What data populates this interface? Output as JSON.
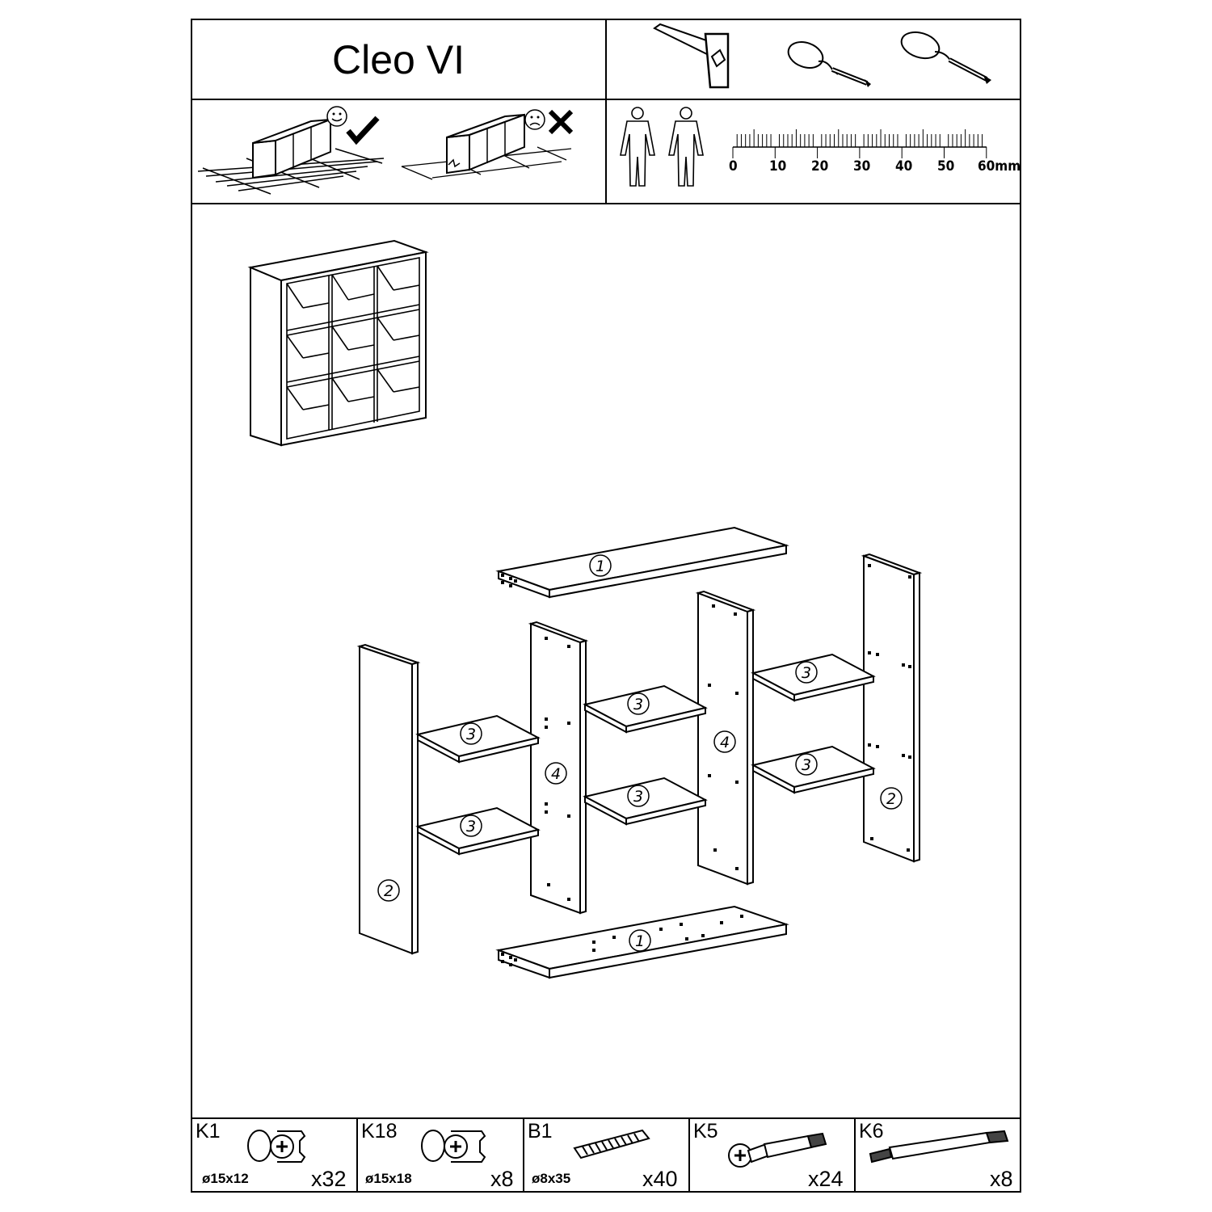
{
  "product": {
    "title": "Cleo VI"
  },
  "ruler": {
    "labels": [
      "0",
      "10",
      "20",
      "30",
      "40",
      "50",
      "60mm"
    ]
  },
  "panels": [
    {
      "id": "top-board",
      "number": "1"
    },
    {
      "id": "bottom-board",
      "number": "1"
    },
    {
      "id": "left-side",
      "number": "2"
    },
    {
      "id": "right-side",
      "number": "2"
    },
    {
      "id": "shelf",
      "number": "3"
    },
    {
      "id": "divider",
      "number": "4"
    }
  ],
  "hardware": [
    {
      "code": "K1",
      "size": "ø15x12",
      "qty": "x32",
      "icon": "cam-lock-icon"
    },
    {
      "code": "K18",
      "size": "ø15x18",
      "qty": "x8",
      "icon": "cam-lock-icon"
    },
    {
      "code": "B1",
      "size": "ø8x35",
      "qty": "x40",
      "icon": "wooden-dowel-icon"
    },
    {
      "code": "K5",
      "size": "",
      "qty": "x24",
      "icon": "cam-bolt-icon"
    },
    {
      "code": "K6",
      "size": "",
      "qty": "x8",
      "icon": "double-cam-bolt-icon"
    }
  ],
  "icons": [
    "hammer-icon",
    "screwdriver-cross-icon",
    "screwdriver-flat-icon",
    "assemble-on-carpet-icon",
    "assemble-on-hard-floor-icon",
    "two-persons-icon",
    "ruler-icon"
  ]
}
